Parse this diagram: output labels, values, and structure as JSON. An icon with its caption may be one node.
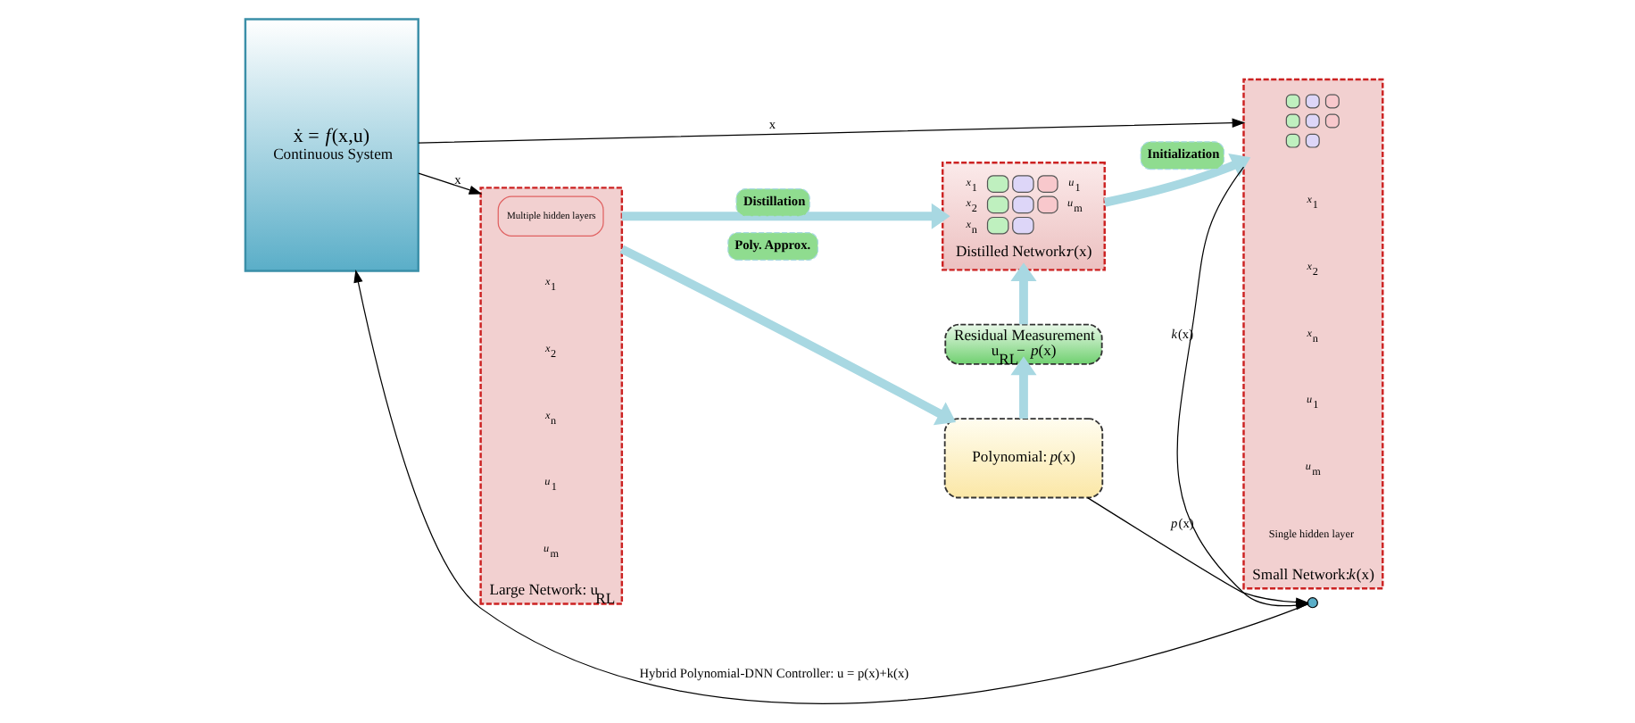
{
  "diagram": {
    "nodes": [
      {
        "text": [
          "ẋ = *f*(x,u)",
          "Continuous System"
        ]
      },
      {
        "text": [
          "Large Network: u$_{RL}$"
        ]
      },
      {
        "text": [
          "Multiple hidden layers"
        ],
        "in": 1
      },
      {
        "text": [
          "*x*$_{1}$",
          "*x*$_{2}$",
          "*x*$_{n}$",
          "*u*$_{1}$",
          "*u*$_{m}$",
          "Distilled Network:*r*(x)"
        ]
      },
      {
        "text": [
          "Residual Measurement",
          "u$_{RL}$− *p*(x)"
        ]
      },
      {
        "text": [
          "Polynomial: *p*(x)"
        ]
      },
      {
        "text": [
          "Small Network:*k*(x)"
        ]
      },
      {
        "text": [],
        "shape": "picture",
        "in": 6
      },
      {
        "text": [],
        "shape": "circle"
      }
    ],
    "edges": [
      {
        "from": 0,
        "to": 1,
        "arrow": "to",
        "label": "x"
      },
      {
        "from": 0,
        "to": 6,
        "arrow": "to",
        "label": "x"
      },
      {
        "from": 1,
        "to": 3,
        "arrow": "to",
        "label": "Distillation",
        "style": "thick",
        "color": "#a8d8e2"
      },
      {
        "from": 1,
        "to": 5,
        "arrow": "to",
        "label": "Poly. Approx.",
        "style": "thick",
        "color": "#a8d8e2"
      },
      {
        "from": 3,
        "to": 6,
        "arrow": "to",
        "label": "Initialization",
        "style": "thick",
        "color": "#a8d8e2"
      },
      {
        "from": 5,
        "to": 4,
        "arrow": "to",
        "style": "thick",
        "color": "#a8d8e2"
      },
      {
        "from": 4,
        "to": 3,
        "arrow": "to",
        "style": "thick",
        "color": "#a8d8e2"
      },
      {
        "from": 5,
        "to": 8,
        "arrow": "to",
        "label": "*p*(x)"
      },
      {
        "from": 6,
        "to": 8,
        "arrow": "to",
        "label": "*k*(x)"
      },
      {
        "from": 8,
        "to": 0,
        "arrow": "to",
        "label": "Hybrid Polynomial-DNN Controller: u = p(x)+k(x)"
      }
    ],
    "labels": [
      "*x*$_{1}$",
      "*x*$_{2}$",
      "*x*$_{n}$",
      "*u*$_{1}$",
      "*u*$_{m}$",
      "*x*$_{1}$",
      "*x*$_{2}$",
      "*x*$_{n}$",
      "*u*$_{1}$",
      "*u*$_{m}$",
      "Single hidden layer"
    ]
  }
}
